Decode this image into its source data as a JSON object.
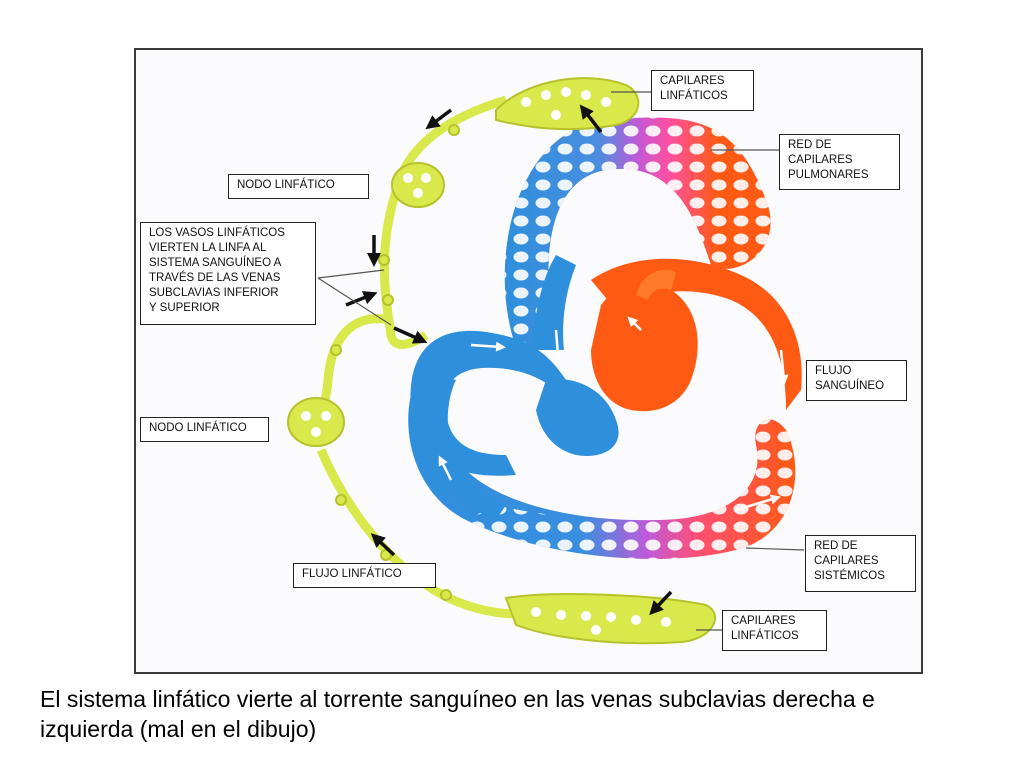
{
  "colors": {
    "lymph": "#d9e84a",
    "lymph_stroke": "#b7c22a",
    "venous": "#2e8fdc",
    "arterial": "#ff5a14",
    "capillary_mix": "#c05ad8",
    "arrow": "#111111"
  },
  "labels": {
    "capilares_top": "CAPILARES\nLINFÁTICOS",
    "red_pulmonares": "RED DE\nCAPILARES\nPULMONARES",
    "nodo_top": "NODO LINFÁTICO",
    "vasos": "LOS VASOS LINFÁTICOS\nVIERTEN LA LINFA AL\nSISTEMA SANGUÍNEO A\nTRAVÉS DE LAS VENAS\nSUBCLAVIAS INFERIOR\nY SUPERIOR",
    "flujo_sanguineo": "FLUJO\nSANGUÍNEO",
    "nodo_bottom": "NODO LINFÁTICO",
    "red_sistemicos": "RED DE\nCAPILARES\nSISTÉMICOS",
    "flujo_linfatico": "FLUJO LINFÁTICO",
    "capilares_bottom": "CAPILARES\nLINFÁTICOS"
  },
  "caption": "El sistema linfático vierte al torrente sanguíneo en las venas subclavias derecha e\nizquierda (mal en el dibujo)"
}
